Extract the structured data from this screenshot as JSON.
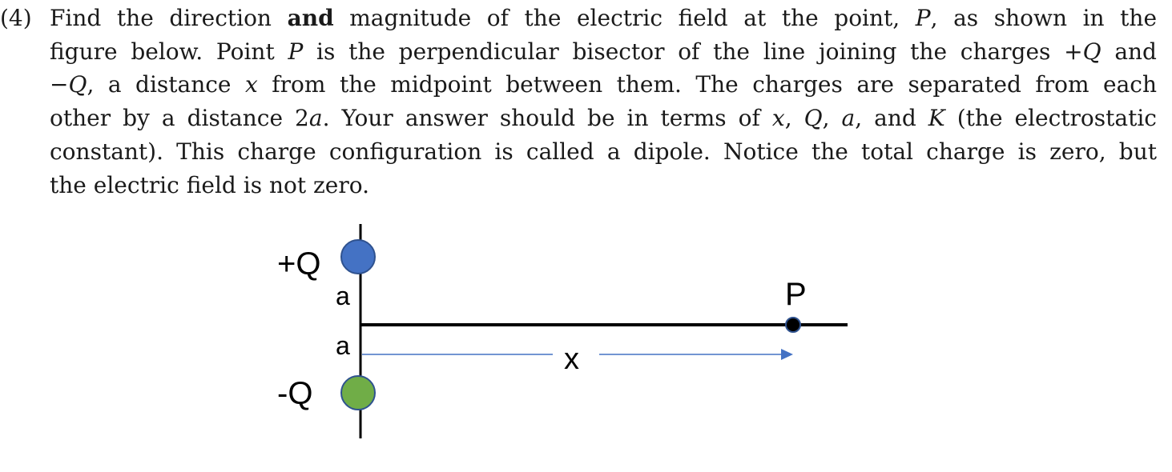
{
  "problem": {
    "number": "(4)",
    "lines": [
      [
        "Find the direction ",
        {
          "b": "and"
        },
        " magnitude of the electric field at the point, ",
        {
          "i": "P"
        },
        ", as shown in the"
      ],
      [
        "figure below. Point ",
        {
          "i": "P"
        },
        " is the perpendicular bisector of the line joining the charges +",
        {
          "i": "Q"
        },
        " and"
      ],
      [
        "−",
        {
          "i": "Q"
        },
        ", a distance ",
        {
          "i": "x"
        },
        " from the midpoint between them. The charges are separated from each"
      ],
      [
        "other by a distance 2",
        {
          "i": "a"
        },
        ". Your answer should be in terms of ",
        {
          "i": "x"
        },
        ", ",
        {
          "i": "Q"
        },
        ", ",
        {
          "i": "a"
        },
        ", and ",
        {
          "i": "K"
        },
        " (the electrostatic"
      ],
      [
        "constant). This charge configuration is called a dipole. Notice the total charge is zero, but"
      ],
      [
        "the electric field is not zero."
      ]
    ]
  },
  "diagram": {
    "positive_charge_label": "+Q",
    "negative_charge_label": "-Q",
    "upper_distance_label": "a",
    "lower_distance_label": "a",
    "horizontal_distance_label": "x",
    "point_label": "P",
    "colors": {
      "positive_charge": "#4472c4",
      "negative_charge": "#70ad47",
      "charge_outline": "#2f528f",
      "arrow": "#4472c4",
      "axis": "#000000"
    }
  }
}
